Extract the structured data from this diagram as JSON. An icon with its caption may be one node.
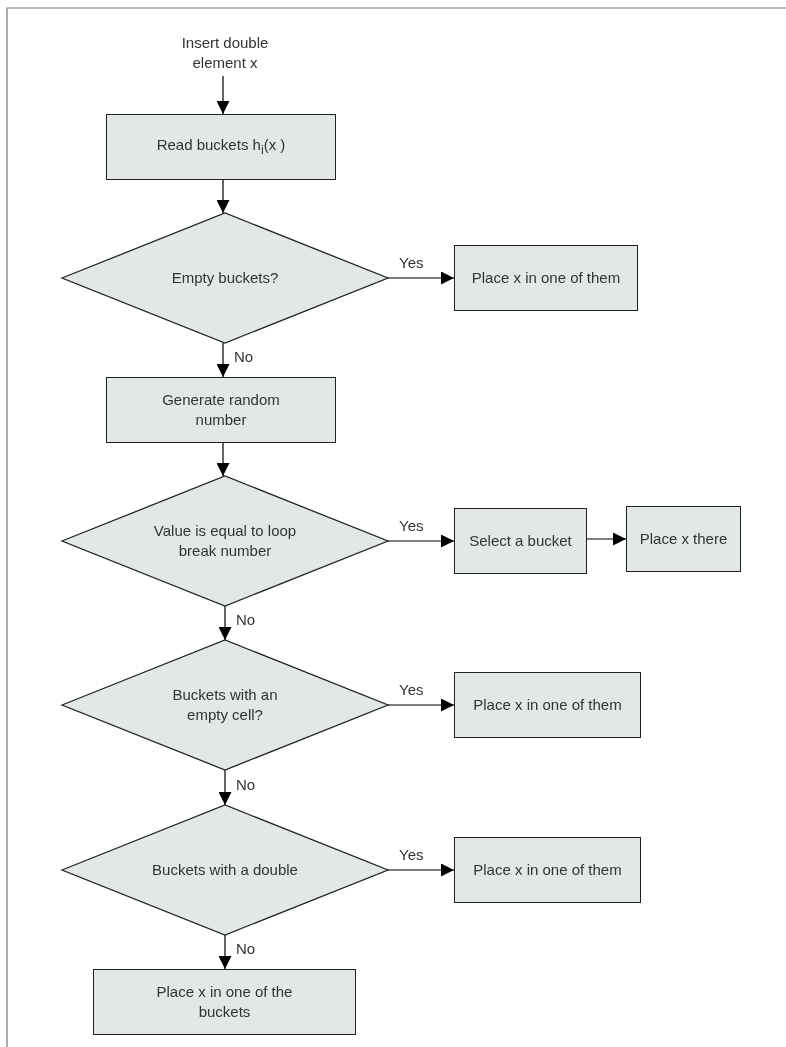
{
  "diagram": {
    "nodes": [
      {
        "text": [
          "Insert double element x"
        ]
      },
      {
        "text": [
          "Read buckets h$_{i}$(x )"
        ]
      },
      {
        "text": [
          "Empty buckets?"
        ]
      },
      {
        "text": [
          "Place x in one of them"
        ]
      },
      {
        "text": [
          "Generate random number"
        ]
      },
      {
        "text": [
          "Value is equal to loop break number"
        ]
      },
      {
        "text": [
          "Select a bucket"
        ]
      },
      {
        "text": [
          "Place x there"
        ]
      },
      {
        "text": [
          "Buckets with an empty cell?"
        ]
      },
      {
        "text": [
          "Place x in one of them"
        ]
      },
      {
        "text": [
          "Buckets with a double"
        ]
      },
      {
        "text": [
          "Place x in one of them"
        ]
      },
      {
        "text": [
          "Place x in one of the buckets"
        ]
      }
    ],
    "edges": [
      {
        "from": 0,
        "to": 1,
        "arrow": "to"
      },
      {
        "from": 1,
        "to": 2,
        "arrow": "to"
      },
      {
        "from": 2,
        "to": 3,
        "arrow": "to",
        "label": "Yes"
      },
      {
        "from": 2,
        "to": 4,
        "arrow": "to",
        "label": "No"
      },
      {
        "from": 4,
        "to": 5,
        "arrow": "to"
      },
      {
        "from": 5,
        "to": 6,
        "arrow": "to",
        "label": "Yes"
      },
      {
        "from": 6,
        "to": 7,
        "arrow": "to"
      },
      {
        "from": 5,
        "to": 8,
        "arrow": "to",
        "label": "No"
      },
      {
        "from": 8,
        "to": 9,
        "arrow": "to",
        "label": "Yes"
      },
      {
        "from": 8,
        "to": 10,
        "arrow": "to",
        "label": "No"
      },
      {
        "from": 10,
        "to": 11,
        "arrow": "to",
        "label": "Yes"
      },
      {
        "from": 10,
        "to": 12,
        "arrow": "to",
        "label": "No"
      }
    ]
  }
}
